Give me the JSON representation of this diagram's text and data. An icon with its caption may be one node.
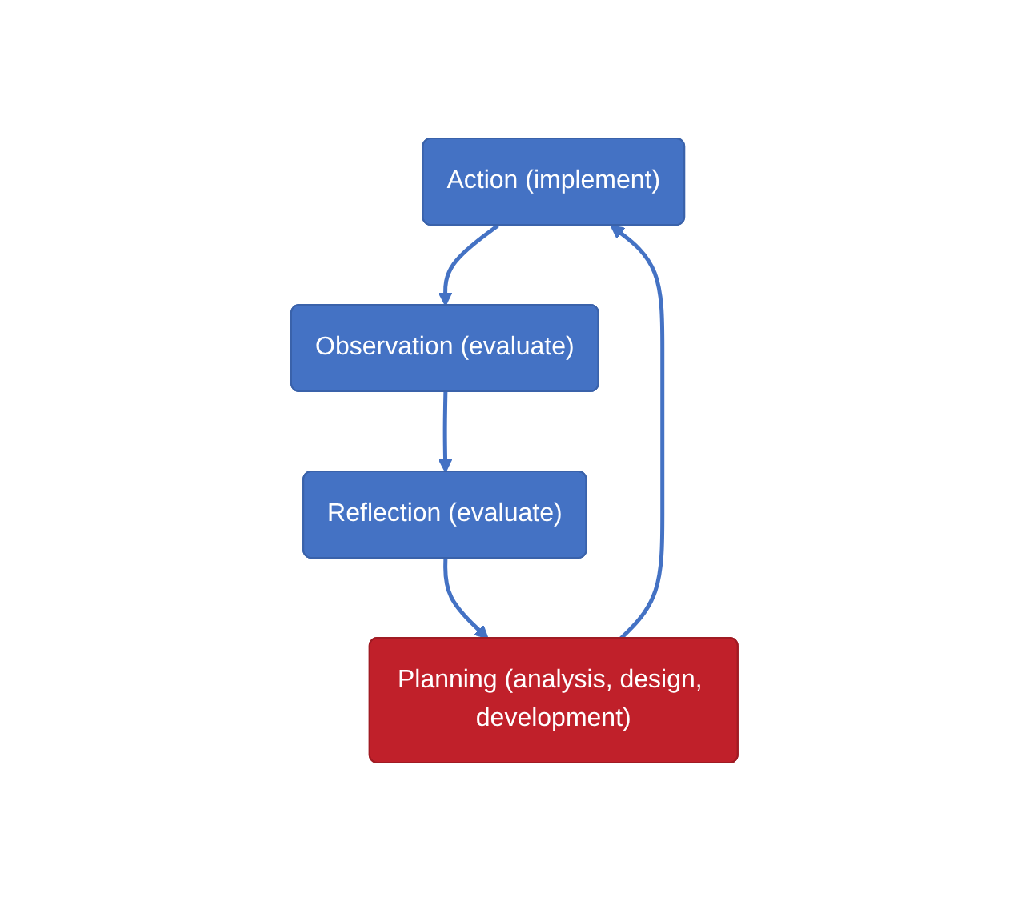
{
  "diagram": {
    "nodes": [
      {
        "text": [
          "Action (implement)"
        ]
      },
      {
        "text": [
          "Observation (evaluate)"
        ]
      },
      {
        "text": [
          "Reflection (evaluate)"
        ]
      },
      {
        "text": [
          "Planning (analysis, design, development)"
        ]
      }
    ],
    "edges": [
      {
        "from": 3,
        "to": 0,
        "arrow": "to"
      },
      {
        "from": 0,
        "to": 1,
        "arrow": "to"
      },
      {
        "from": 1,
        "to": 2,
        "arrow": "to"
      },
      {
        "from": 2,
        "to": 3,
        "arrow": "to"
      }
    ]
  }
}
